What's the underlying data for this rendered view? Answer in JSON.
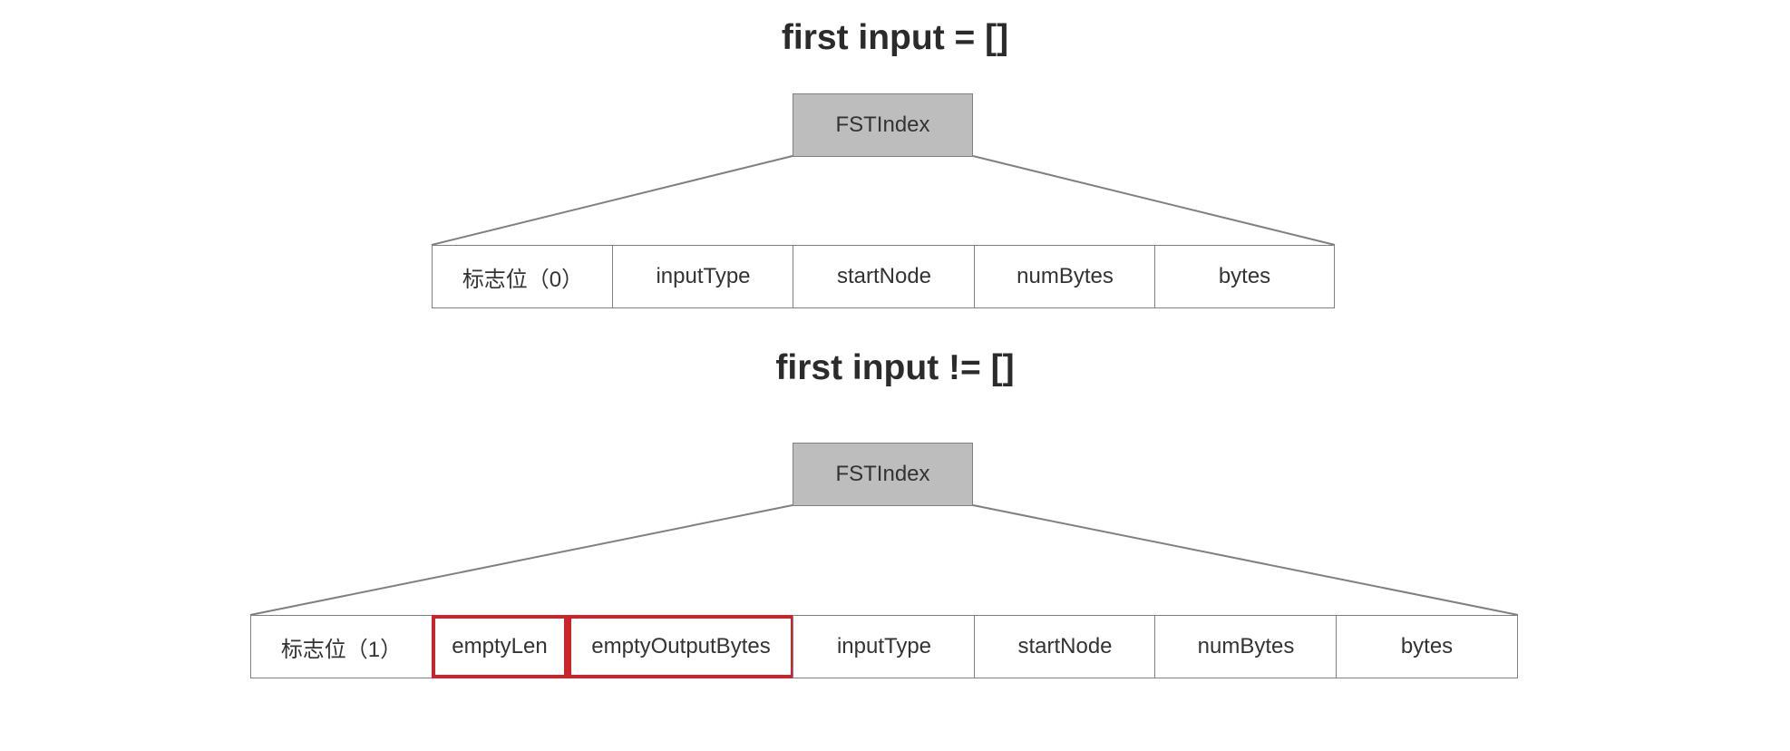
{
  "diagram": {
    "sections": [
      {
        "title": "first input = []",
        "node": "FSTIndex",
        "fields": [
          "标志位（0）",
          "inputType",
          "startNode",
          "numBytes",
          "bytes"
        ],
        "highlighted_fields": []
      },
      {
        "title": "first input != []",
        "node": "FSTIndex",
        "fields": [
          "标志位（1）",
          "emptyLen",
          "emptyOutputBytes",
          "inputType",
          "startNode",
          "numBytes",
          "bytes"
        ],
        "highlighted_fields": [
          "emptyLen",
          "emptyOutputBytes"
        ]
      }
    ],
    "colors": {
      "node_fill": "#bdbdbd",
      "border": "#808080",
      "highlight": "#c9252b",
      "text": "#333333"
    }
  }
}
